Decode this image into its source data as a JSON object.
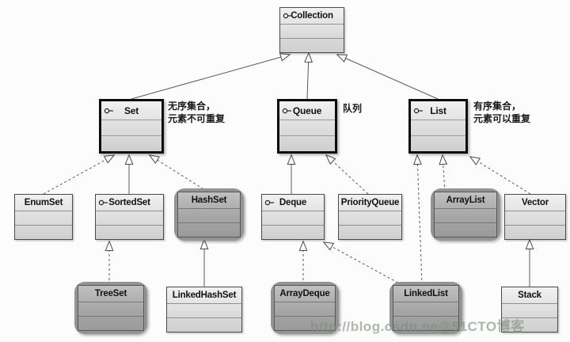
{
  "nodes": {
    "collection": "Collection",
    "set": "Set",
    "queue": "Queue",
    "list": "List",
    "enumset": "EnumSet",
    "sortedset": "SortedSet",
    "hashset": "HashSet",
    "deque": "Deque",
    "priorityqueue": "PriorityQueue",
    "arraylist": "ArrayList",
    "vector": "Vector",
    "treeset": "TreeSet",
    "linkedhashset": "LinkedHashSet",
    "arraydeque": "ArrayDeque",
    "linkedlist": "LinkedList",
    "stack": "Stack"
  },
  "notes": {
    "set": "无序集合，\n元素不可重复",
    "queue": "队列",
    "list": "有序集合，\n元素可以重复"
  },
  "watermark": "http://blog.csdn.ne@51CTO博客",
  "colors": {
    "node_fill": "#dddddd",
    "highlight_fill": "#9a9a9a",
    "border": "#4a4a4a",
    "bold_border": "#0c0c0c"
  }
}
